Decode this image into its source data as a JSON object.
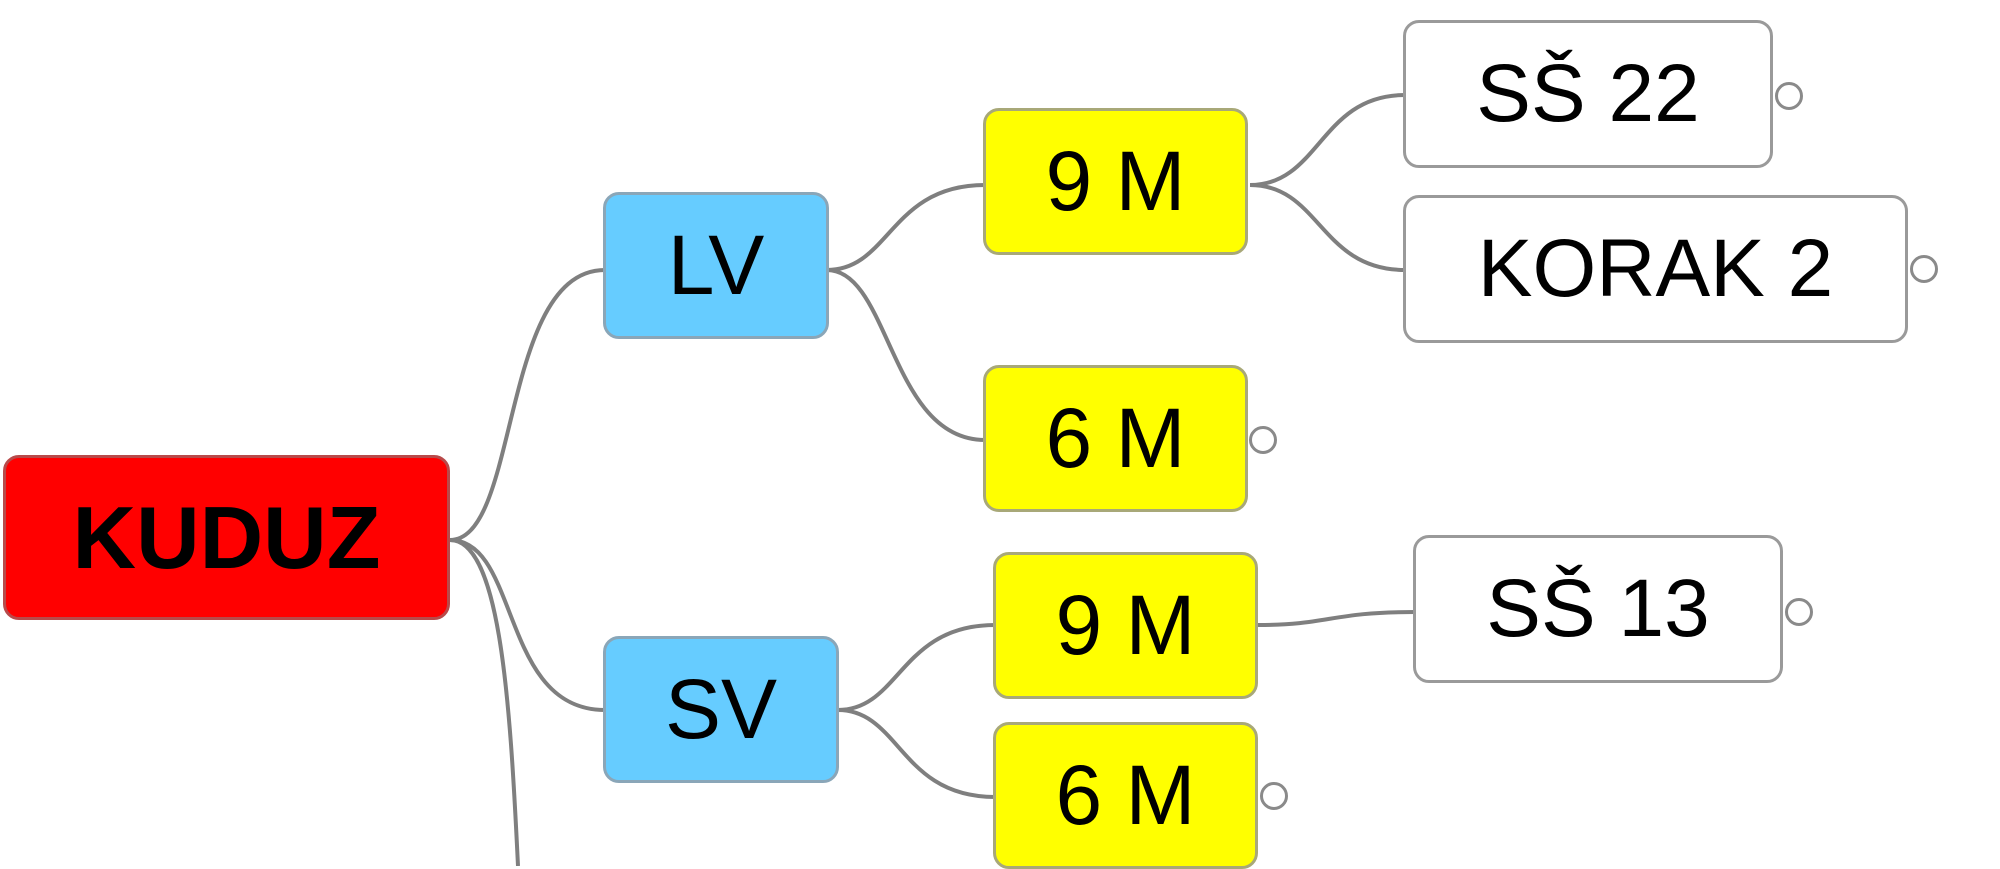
{
  "mindmap": {
    "root": {
      "label": "KUDUZ",
      "color": "#ff0000"
    },
    "branches": [
      {
        "label": "LV",
        "color": "#66ccff",
        "children": [
          {
            "label": "9 M",
            "color": "#ffff00",
            "children": [
              {
                "label": "SŠ 22"
              },
              {
                "label": "KORAK 2"
              }
            ]
          },
          {
            "label": "6 M",
            "color": "#ffff00",
            "children": []
          }
        ]
      },
      {
        "label": "SV",
        "color": "#66ccff",
        "children": [
          {
            "label": "9 M",
            "color": "#ffff00",
            "children": [
              {
                "label": "SŠ 13"
              }
            ]
          },
          {
            "label": "6 M",
            "color": "#ffff00",
            "children": []
          }
        ]
      }
    ]
  }
}
